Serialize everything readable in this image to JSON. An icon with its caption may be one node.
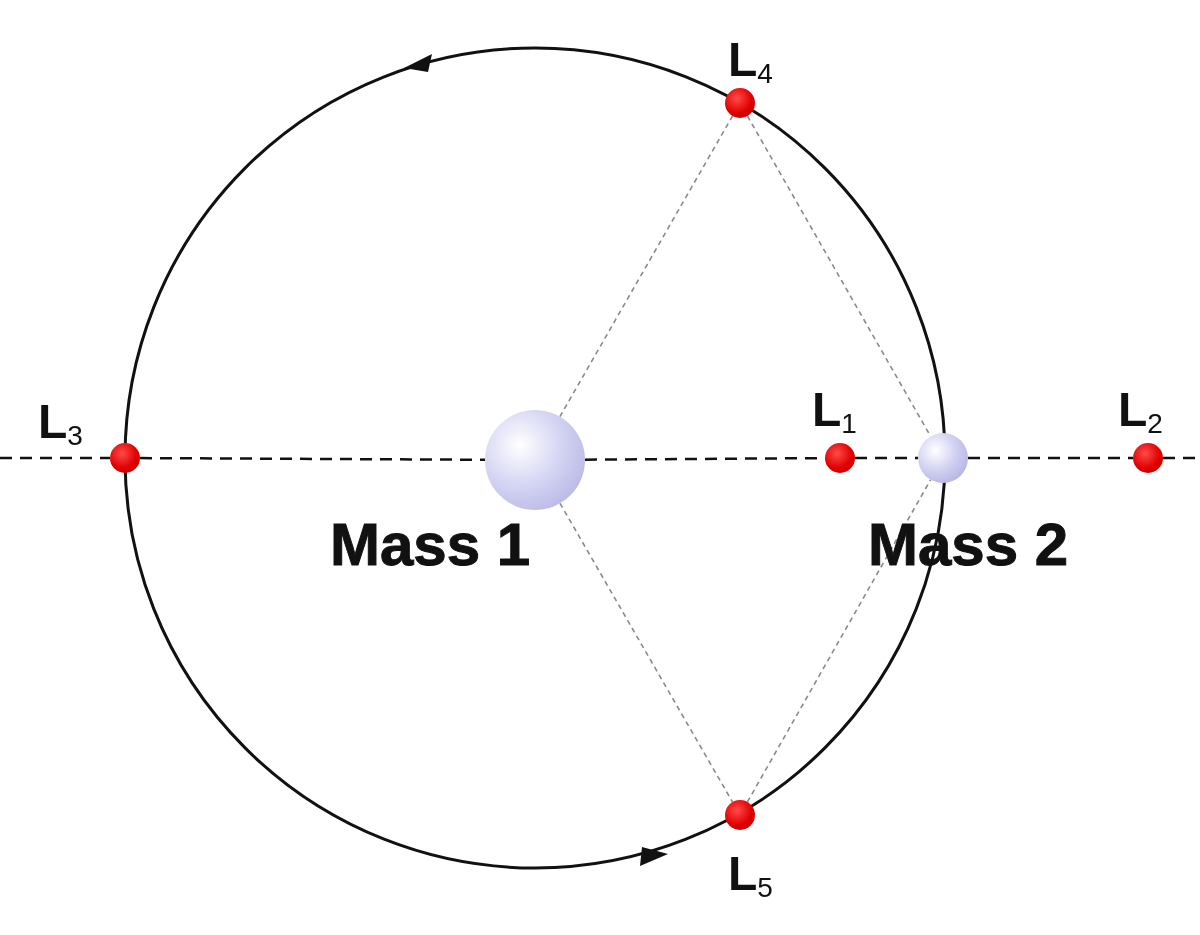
{
  "diagram": {
    "nodes": [
      {
        "text": [],
        "shape": "circle",
        "beside": [
          "L$_{4}$"
        ]
      },
      {
        "text": [],
        "shape": "circle",
        "beside": [
          "L$_{3}$"
        ]
      },
      {
        "text": [],
        "shape": "circle",
        "beside": [
          "Mass 1"
        ]
      },
      {
        "text": [],
        "shape": "circle",
        "beside": [
          "L$_{1}$"
        ]
      },
      {
        "text": [],
        "shape": "circle",
        "beside": [
          "Mass 2"
        ]
      },
      {
        "text": [],
        "shape": "circle",
        "beside": [
          "L$_{2}$"
        ]
      },
      {
        "text": [],
        "shape": "circle",
        "beside": [
          "L$_{5}$"
        ]
      }
    ],
    "edges": [
      {
        "from": null,
        "to": 1,
        "arrow": "none",
        "style": "dashed"
      },
      {
        "from": 1,
        "to": 2,
        "arrow": "none",
        "style": "dashed"
      },
      {
        "from": 2,
        "to": 3,
        "arrow": "none",
        "style": "dashed"
      },
      {
        "from": 3,
        "to": 4,
        "arrow": "none",
        "style": "dashed"
      },
      {
        "from": 4,
        "to": 5,
        "arrow": "none",
        "style": "dashed"
      },
      {
        "from": 5,
        "to": null,
        "arrow": "none",
        "style": "dashed"
      },
      {
        "from": 2,
        "to": 0,
        "arrow": "none",
        "style": "dashed",
        "color": "#8a8a8a"
      },
      {
        "from": 0,
        "to": 4,
        "arrow": "none",
        "style": "dashed",
        "color": "#8a8a8a"
      },
      {
        "from": 2,
        "to": 6,
        "arrow": "none",
        "style": "dashed",
        "color": "#8a8a8a"
      },
      {
        "from": 6,
        "to": 4,
        "arrow": "none",
        "style": "dashed",
        "color": "#8a8a8a"
      }
    ]
  }
}
